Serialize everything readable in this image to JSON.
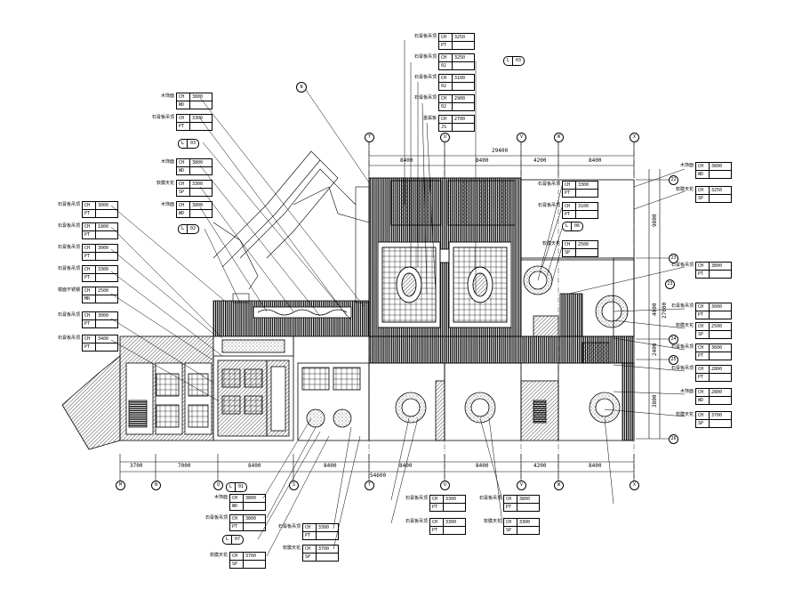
{
  "grid_axes": {
    "top": [
      "T",
      "U",
      "V",
      "W",
      "X"
    ],
    "bottom": [
      "M",
      "N",
      "Q",
      "S",
      "T",
      "U",
      "V",
      "W",
      "X"
    ],
    "right": [
      "22",
      "23",
      "23",
      "24",
      "25",
      "26"
    ]
  },
  "dimensions": {
    "top_total": "29400",
    "top_segments": [
      "8400",
      "8400",
      "4200",
      "8400"
    ],
    "bottom_total": "54600",
    "bottom_segments": [
      "3700",
      "7000",
      "8400",
      "8400",
      "8400",
      "8400",
      "4200",
      "8400"
    ],
    "right_total": "27000",
    "right_segments": [
      "9800",
      "4000",
      "2400",
      "3800"
    ]
  },
  "level_tags": [
    {
      "key": "L",
      "val": "03"
    },
    {
      "key": "L",
      "val": "03"
    },
    {
      "key": "L",
      "val": "02"
    },
    {
      "key": "L",
      "val": "06"
    },
    {
      "key": "L",
      "val": "01"
    },
    {
      "key": "L",
      "val": "07"
    }
  ],
  "ceiling_tags": [
    {
      "ch": "3250",
      "mat": "PT",
      "note": "石膏板吊顶"
    },
    {
      "ch": "3250",
      "mat": "02",
      "note": "石膏板吊顶"
    },
    {
      "ch": "3100",
      "mat": "02",
      "note": "石膏板吊顶"
    },
    {
      "ch": "2900",
      "mat": "02",
      "note": "石膏板吊顶"
    },
    {
      "ch": "2700",
      "mat": "JS",
      "note": "金属板"
    },
    {
      "ch": "3800",
      "mat": "WD",
      "note": "木饰面"
    },
    {
      "ch": "3300",
      "mat": "PT",
      "note": "石膏板吊顶"
    },
    {
      "ch": "3800",
      "mat": "WD",
      "note": "木饰面"
    },
    {
      "ch": "3300",
      "mat": "SP",
      "note": "软膜天花"
    },
    {
      "ch": "3800",
      "mat": "WD",
      "note": "木饰面"
    },
    {
      "ch": "3000",
      "mat": "PT",
      "note": "石膏板吊顶"
    },
    {
      "ch": "1800",
      "mat": "PT",
      "note": "石膏板吊顶"
    },
    {
      "ch": "3000",
      "mat": "PT",
      "note": "石膏板吊顶"
    },
    {
      "ch": "3300",
      "mat": "PT",
      "note": "石膏板吊顶"
    },
    {
      "ch": "2500",
      "mat": "MR",
      "note": "镜面不锈钢"
    },
    {
      "ch": "3000",
      "mat": "PT",
      "note": "石膏板吊顶"
    },
    {
      "ch": "3400",
      "mat": "PT",
      "note": "石膏板吊顶"
    },
    {
      "ch": "3300",
      "mat": "PT",
      "note": "石膏板吊顶"
    },
    {
      "ch": "3100",
      "mat": "PT",
      "note": "石膏板吊顶"
    },
    {
      "ch": "2500",
      "mat": "SP",
      "note": "软膜天花"
    },
    {
      "ch": "3800",
      "mat": "WD",
      "note": "木饰面"
    },
    {
      "ch": "3250",
      "mat": "SP",
      "note": "软膜天花"
    },
    {
      "ch": "3800",
      "mat": "PT",
      "note": "石膏板吊顶"
    },
    {
      "ch": "3000",
      "mat": "PT",
      "note": "石膏板吊顶"
    },
    {
      "ch": "2500",
      "mat": "SP",
      "note": "软膜天花"
    },
    {
      "ch": "3600",
      "mat": "PT",
      "note": "石膏板吊顶"
    },
    {
      "ch": "2800",
      "mat": "PT",
      "note": "石膏板吊顶"
    },
    {
      "ch": "2800",
      "mat": "WD",
      "note": "木饰面"
    },
    {
      "ch": "3700",
      "mat": "SP",
      "note": "软膜天花"
    },
    {
      "ch": "3800",
      "mat": "WD",
      "note": "木饰面"
    },
    {
      "ch": "3800",
      "mat": "PT",
      "note": "石膏板吊顶"
    },
    {
      "ch": "3700",
      "mat": "SP",
      "note": "软膜天花"
    },
    {
      "ch": "3300",
      "mat": "PT",
      "note": "石膏板吊顶"
    },
    {
      "ch": "3700",
      "mat": "SP",
      "note": "软膜天花"
    },
    {
      "ch": "3300",
      "mat": "PT",
      "note": "石膏板吊顶"
    },
    {
      "ch": "3300",
      "mat": "PT",
      "note": "石膏板吊顶"
    },
    {
      "ch": "3800",
      "mat": "PT",
      "note": "石膏板吊顶"
    },
    {
      "ch": "3300",
      "mat": "SP",
      "note": "软膜天花"
    }
  ],
  "tag_key_labels": {
    "ch": "CH"
  },
  "north_symbol": "N",
  "colors": {
    "line": "#000000",
    "paper": "#ffffff",
    "hatch": "#000000"
  }
}
